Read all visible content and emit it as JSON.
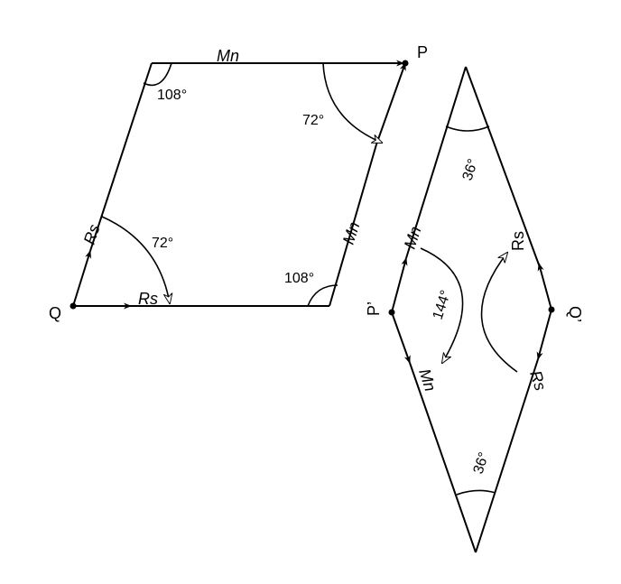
{
  "colors": {
    "ink": "#000000",
    "background": "#ffffff"
  },
  "left_figure": {
    "point_p": "P",
    "point_q": "Q",
    "edge_top": "Mn",
    "edge_right": "Mn",
    "edge_left": "Rs",
    "edge_bottom": "Rs",
    "angle_top_left": "108°",
    "angle_top_right": "72°",
    "angle_bottom_left": "72°",
    "angle_bottom_right": "108°"
  },
  "right_figure": {
    "point_p_prime": "P’",
    "point_q_prime": "Q’",
    "edge_upper_left": "Mn",
    "edge_lower_left": "Mn",
    "edge_upper_right": "Rs",
    "edge_lower_right": "Rs",
    "angle_top": "36°",
    "angle_bottom": "36°",
    "angle_middle": "144°"
  }
}
